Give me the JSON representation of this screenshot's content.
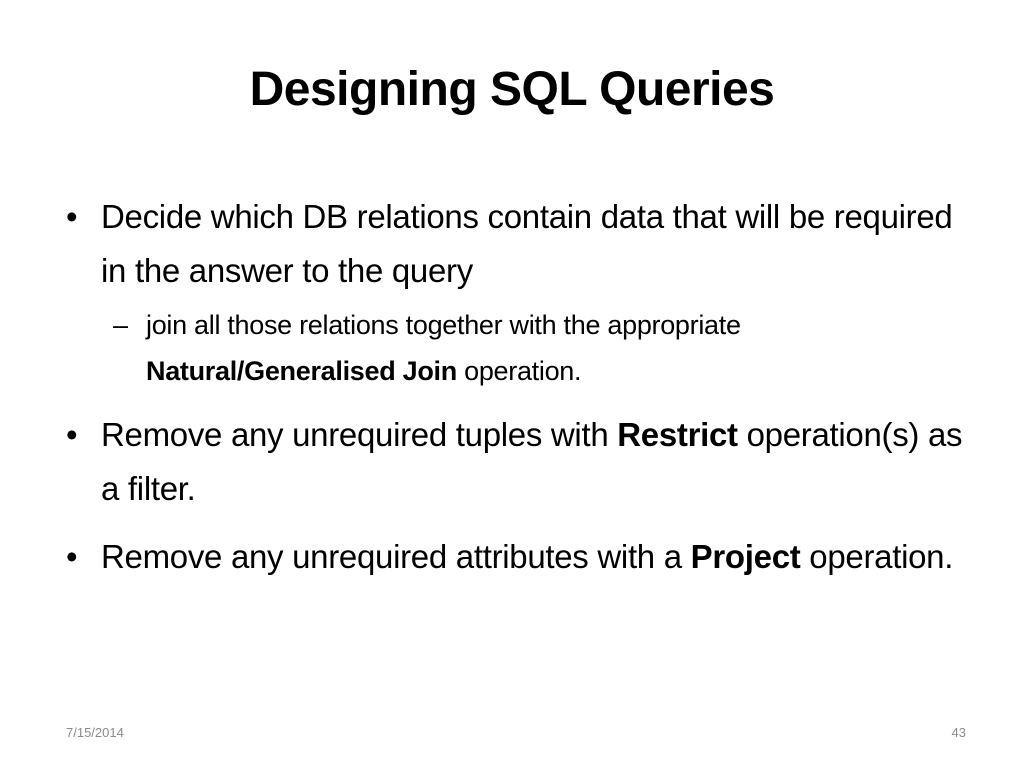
{
  "slide": {
    "title": "Designing SQL Queries",
    "bullets": [
      {
        "parts": [
          "Decide which DB relations contain data that will be required in the answer to the query"
        ],
        "sub": [
          {
            "pre": "join all those relations together with the appropriate ",
            "bold": "Natural/Generalised Join",
            "post": " operation."
          }
        ]
      },
      {
        "pre": "Remove any unrequired tuples with ",
        "bold": "Restrict",
        "post": " operation(s) as a filter."
      },
      {
        "pre": "Remove any unrequired attributes with a ",
        "bold": "Project",
        "post": " operation."
      }
    ],
    "bullet_glyph": "•",
    "dash_glyph": "–"
  },
  "footer": {
    "date": "7/15/2014",
    "page_number": "43"
  }
}
